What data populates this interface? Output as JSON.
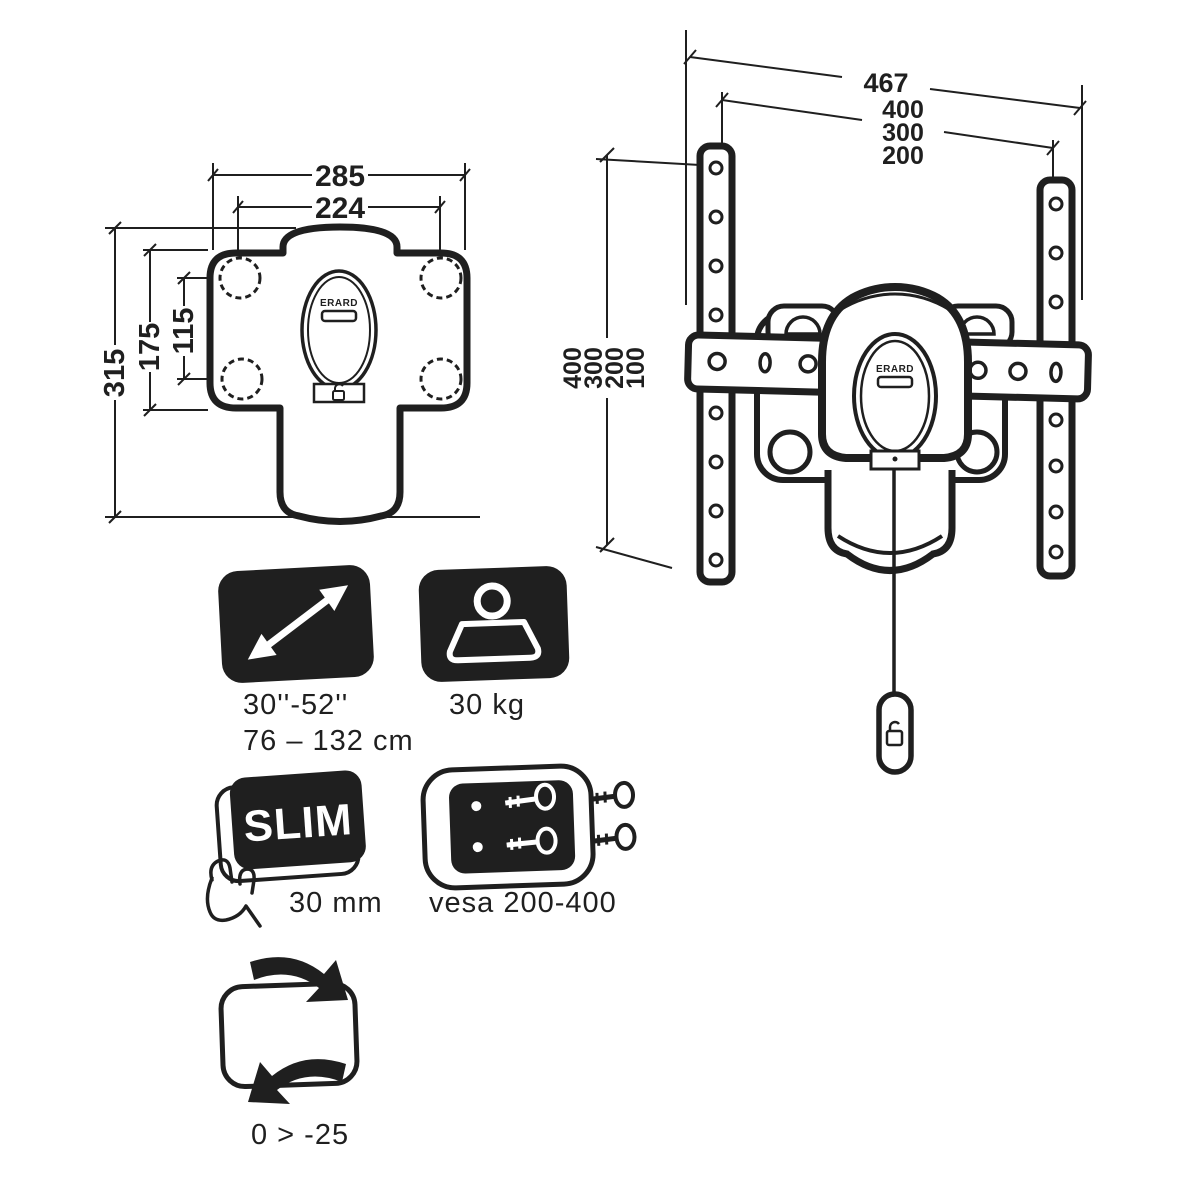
{
  "brand": "ERARD",
  "left_diagram": {
    "description": "wall plate front view",
    "dims": {
      "width_outer": "285",
      "width_holes": "224",
      "height_outer": "315",
      "height_mid": "175",
      "height_holes": "115"
    }
  },
  "right_diagram": {
    "description": "vesa arms front view with pull cord",
    "dims": {
      "width_total": "467",
      "horizontal": [
        "400",
        "300",
        "200"
      ],
      "vertical": [
        "400",
        "300",
        "200",
        "100"
      ]
    }
  },
  "features": {
    "screen_size": {
      "icon": "diagonal-arrow-icon",
      "line1": "30''-52''",
      "line2": "76 – 132 cm"
    },
    "max_weight": {
      "icon": "weight-icon",
      "value": "30 kg"
    },
    "slim": {
      "icon": "slim-badge-icon",
      "badge": "SLIM",
      "value": "30 mm"
    },
    "vesa": {
      "icon": "vesa-plate-icon",
      "value": "vesa 200-400"
    },
    "tilt": {
      "icon": "tilt-arrows-icon",
      "value": "0 > -25"
    }
  },
  "colors": {
    "ink": "#1f1f1f",
    "background": "#ffffff"
  }
}
